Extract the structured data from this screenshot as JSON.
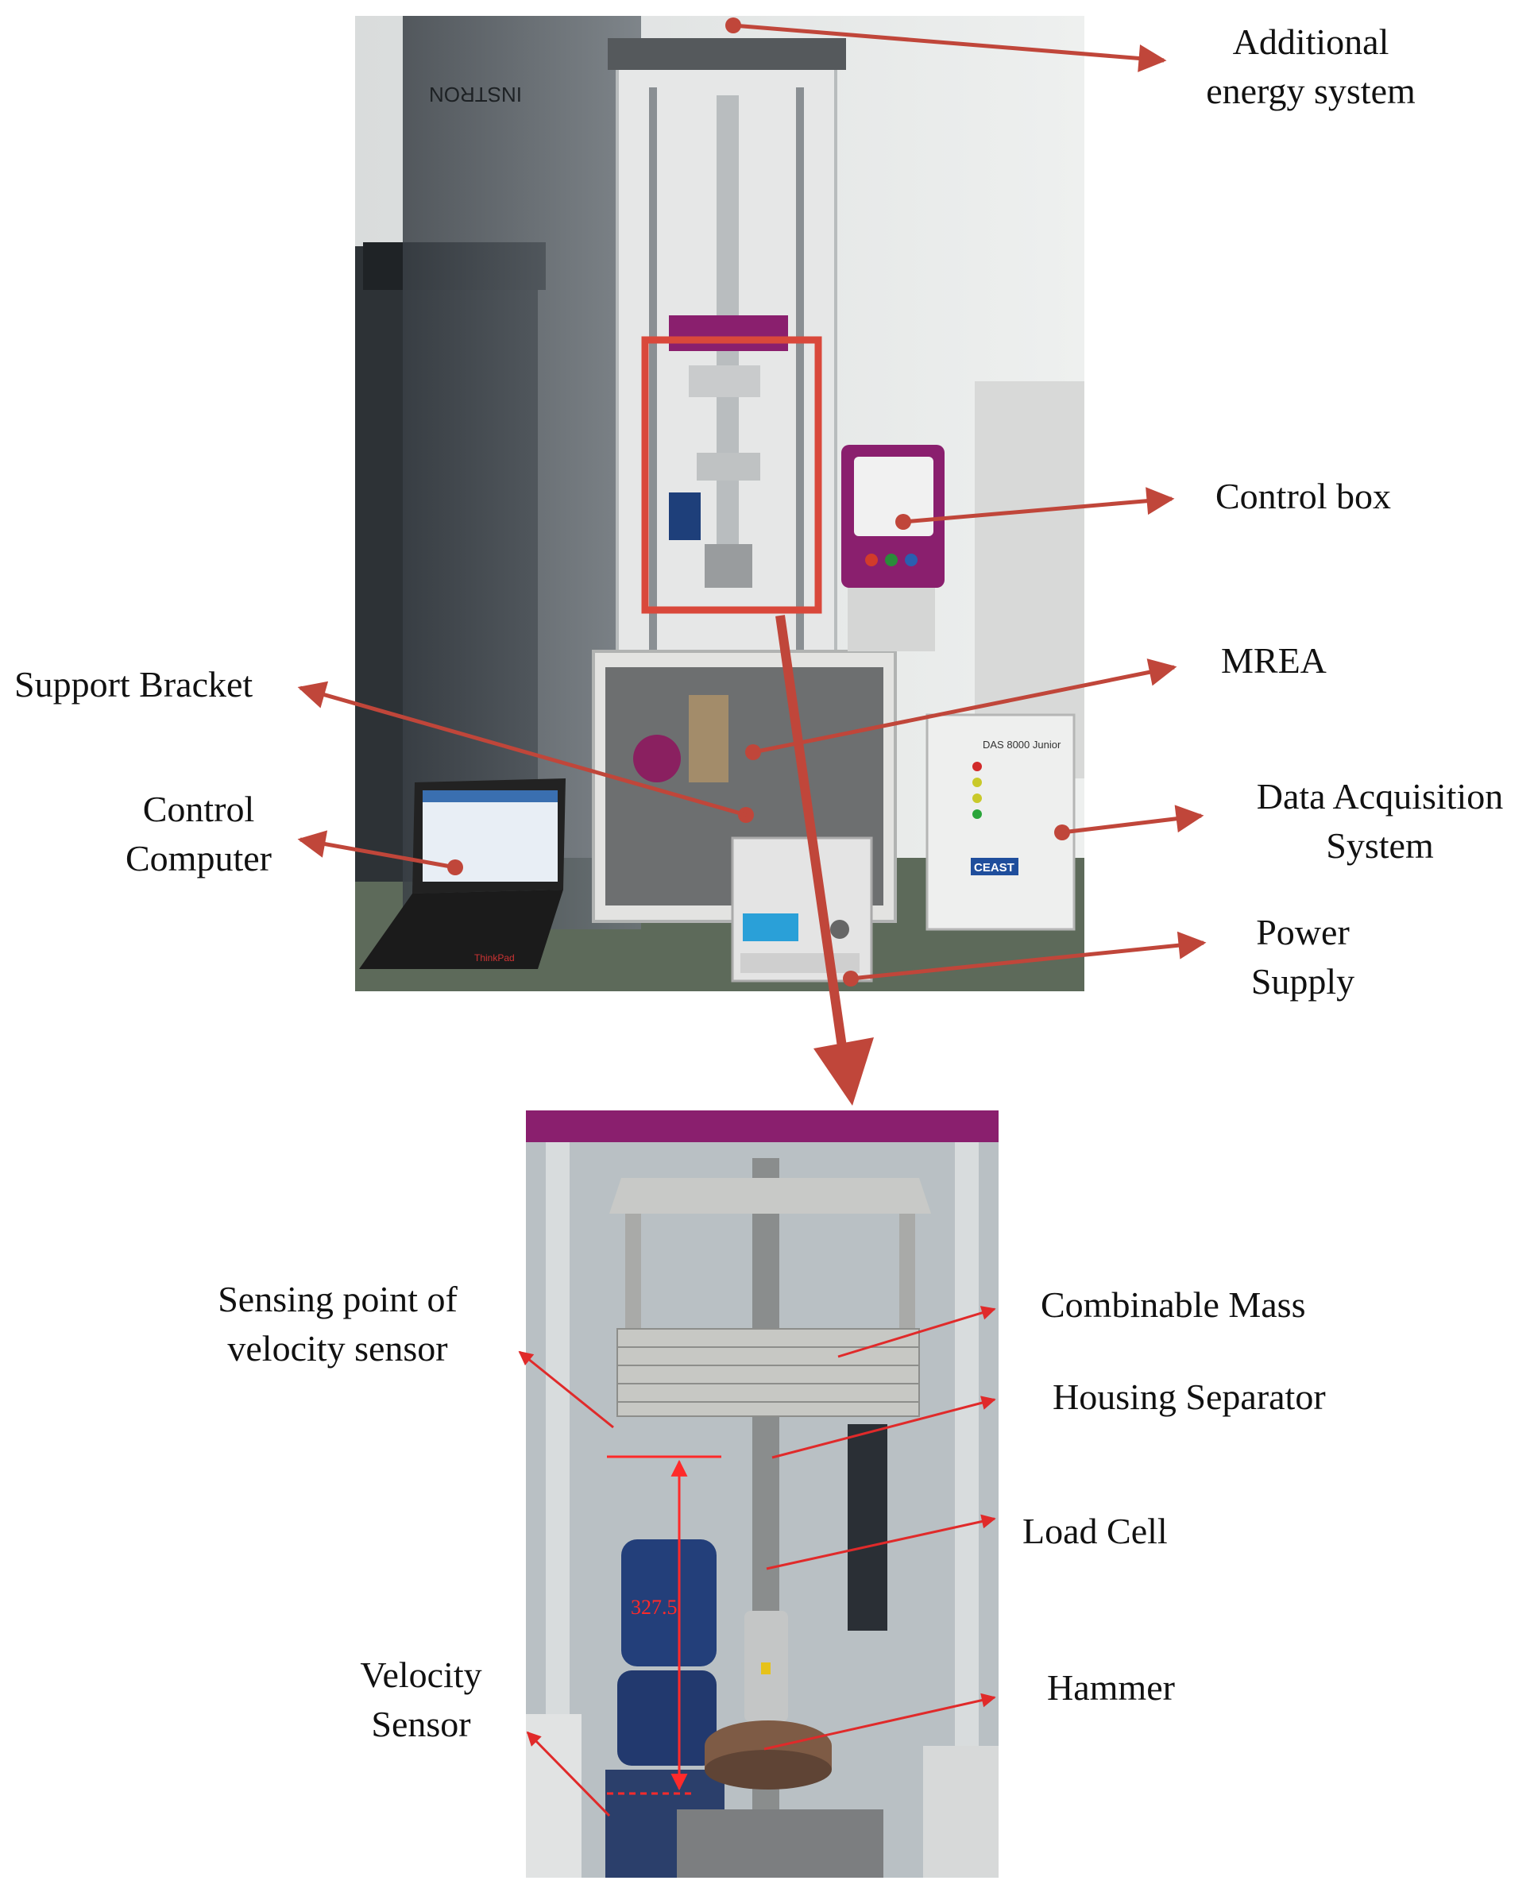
{
  "labels": {
    "additional_energy": [
      "Additional",
      "energy system"
    ],
    "control_box": "Control box",
    "mrea": "MREA",
    "support_bracket": "Support Bracket",
    "control_computer": [
      "Control",
      "Computer"
    ],
    "data_acquisition": [
      "Data Acquisition",
      "System"
    ],
    "power_supply": [
      "Power",
      "Supply"
    ],
    "sensing_point": [
      "Sensing point of",
      "velocity sensor"
    ],
    "combinable_mass": "Combinable Mass",
    "housing_separator": "Housing Separator",
    "load_cell": "Load Cell",
    "hammer": "Hammer",
    "velocity_sensor": [
      "Velocity",
      "Sensor"
    ]
  },
  "dimension_value": "327.5",
  "photo_text": {
    "brand_top": "INSTRON",
    "das_label": "DAS 8000 Junior",
    "ceast_logo": "CEAST",
    "laptop_brand": "ThinkPad"
  },
  "colors": {
    "arrow": "#c0463a",
    "highlight_box": "#d9483b",
    "dimension": "#ff2a2a",
    "machine_purple": "#8a1f6e"
  }
}
